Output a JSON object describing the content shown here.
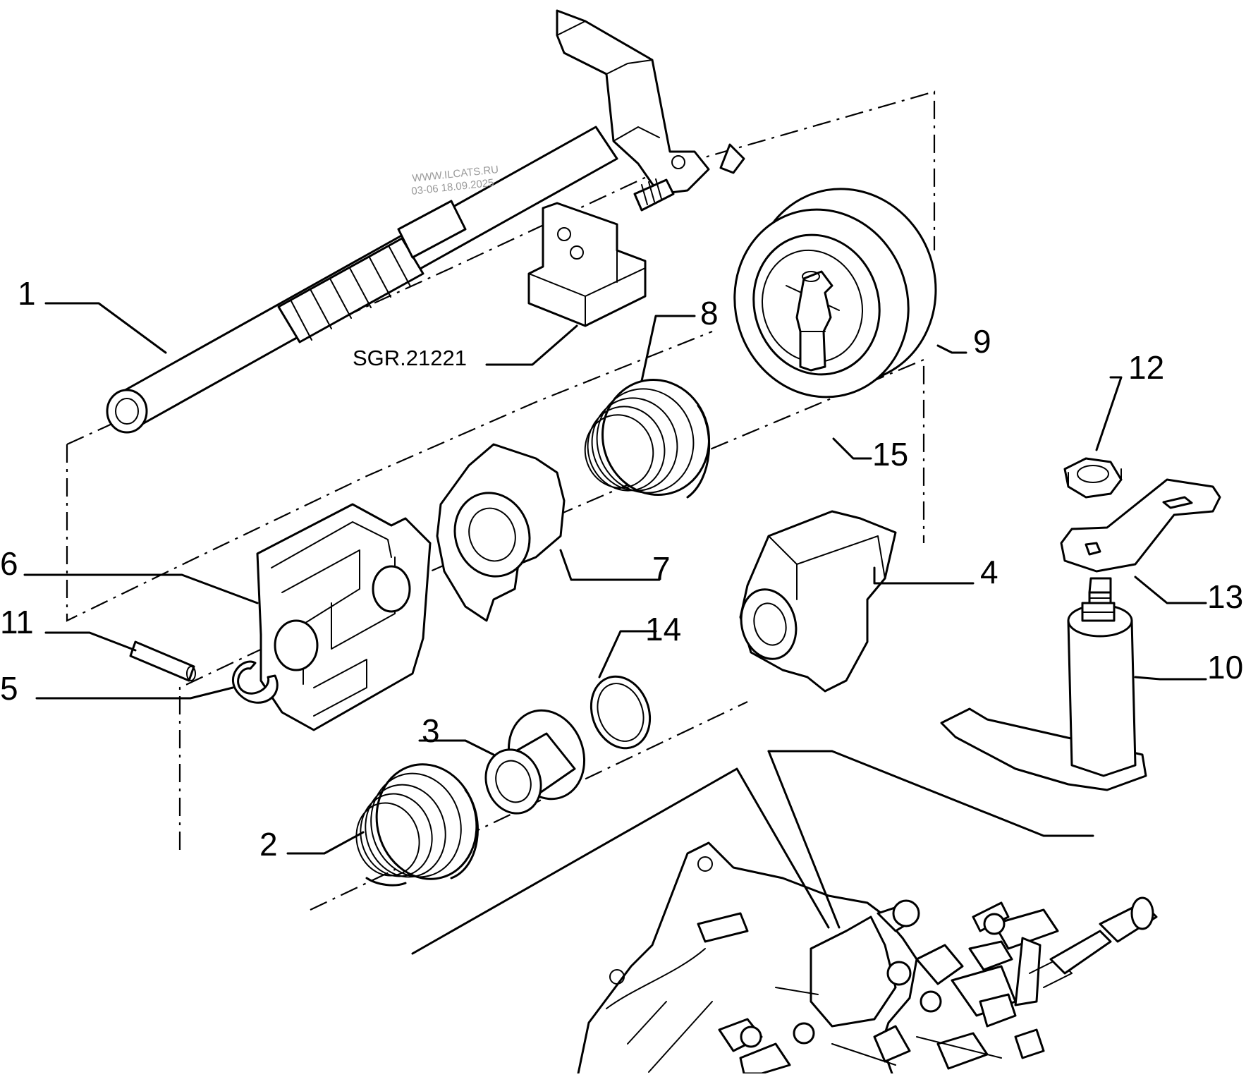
{
  "diagram": {
    "callouts": [
      "1",
      "2",
      "3",
      "4",
      "5",
      "6",
      "7",
      "8",
      "9",
      "10",
      "11",
      "12",
      "13",
      "14",
      "15"
    ],
    "part_code": "SGR.21221",
    "watermark": {
      "line1": "WWW.ILCATS.RU",
      "line2": "03-06 18.09.2025"
    }
  }
}
